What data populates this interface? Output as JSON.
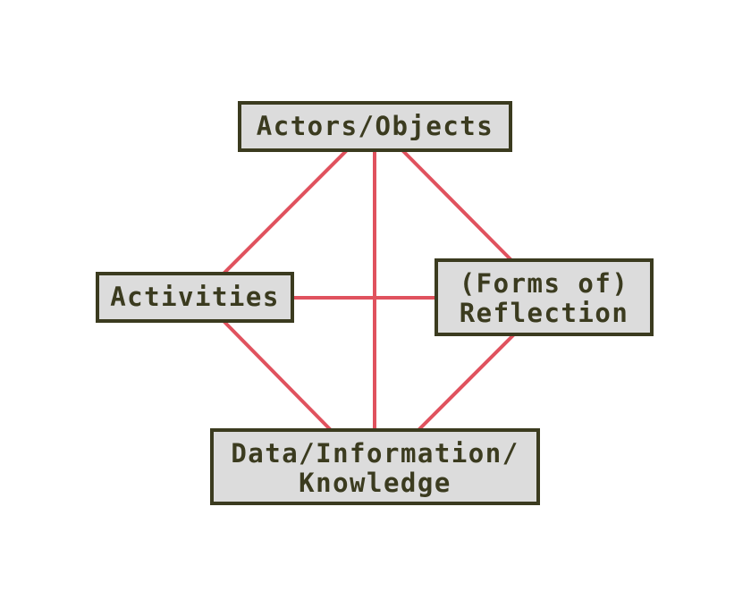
{
  "colors": {
    "background": "#ffffff",
    "node_fill": "#dcdcdc",
    "node_border": "#3b3b1f",
    "node_text": "#3b3b1f",
    "edge": "#e0525e"
  },
  "nodes": {
    "actors_objects": {
      "lines": [
        "Actors/Objects"
      ]
    },
    "activities": {
      "lines": [
        "Activities"
      ]
    },
    "reflection": {
      "lines": [
        "(Forms of)",
        "Reflection"
      ]
    },
    "data_knowledge": {
      "lines": [
        "Data/Information/",
        "Knowledge"
      ]
    }
  },
  "edges": [
    {
      "from": "actors_objects",
      "to": "activities"
    },
    {
      "from": "actors_objects",
      "to": "reflection"
    },
    {
      "from": "actors_objects",
      "to": "data_knowledge"
    },
    {
      "from": "activities",
      "to": "reflection"
    },
    {
      "from": "activities",
      "to": "data_knowledge"
    },
    {
      "from": "reflection",
      "to": "data_knowledge"
    }
  ]
}
